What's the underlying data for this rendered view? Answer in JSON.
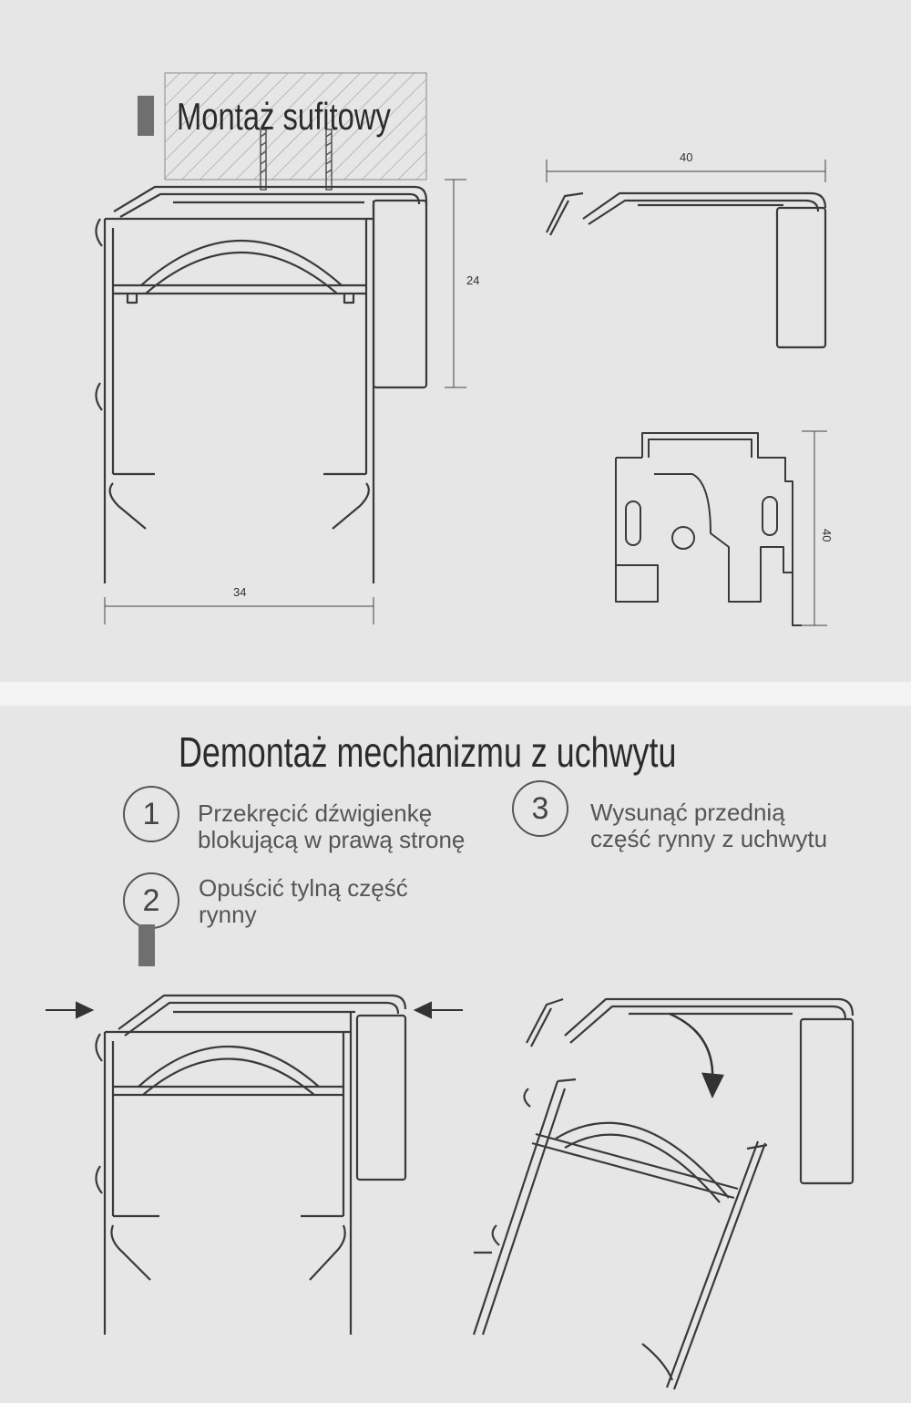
{
  "top": {
    "title": "Montaż sufitowy",
    "dimensions": {
      "profile_width": "34",
      "bracket_height": "24",
      "bracket_length": "40",
      "clip_height": "40"
    }
  },
  "bottom": {
    "title": "Demontaż mechanizmu z uchwytu",
    "steps": [
      {
        "number": "1",
        "text": "Przekręcić dźwigienkę\nblokującą w prawą stronę"
      },
      {
        "number": "2",
        "text": "Opuścić tylną część\nrynny"
      },
      {
        "number": "3",
        "text": "Wysunąć przednią\nczęść rynny z uchwytu"
      }
    ]
  },
  "colors": {
    "background": "#e6e6e6",
    "separator": "#f4f4f4",
    "line": "#3a3a3a",
    "accent_bar": "#6f6f6f"
  }
}
